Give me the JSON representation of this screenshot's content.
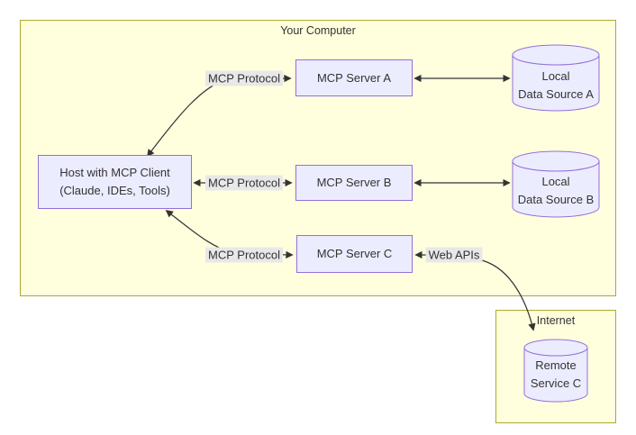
{
  "colors": {
    "cluster_fill": "#ffffde",
    "cluster_border": "#aaaa33",
    "node_fill": "#ececff",
    "node_border": "#9370db",
    "edge_label_bg": "#e8e8e8",
    "line_color": "#333333",
    "text_color": "#333333"
  },
  "clusters": {
    "your_computer": {
      "label": "Your Computer"
    },
    "internet": {
      "label": "Internet"
    }
  },
  "nodes": {
    "host": {
      "line1": "Host with MCP Client",
      "line2": "(Claude, IDEs, Tools)"
    },
    "server_a": {
      "label": "MCP Server A"
    },
    "server_b": {
      "label": "MCP Server B"
    },
    "server_c": {
      "label": "MCP Server C"
    },
    "data_source_a": {
      "line1": "Local",
      "line2": "Data Source A"
    },
    "data_source_b": {
      "line1": "Local",
      "line2": "Data Source B"
    },
    "remote_service_c": {
      "line1": "Remote",
      "line2": "Service C"
    }
  },
  "edge_labels": {
    "protocol_a": "MCP Protocol",
    "protocol_b": "MCP Protocol",
    "protocol_c": "MCP Protocol",
    "web_apis": "Web APIs"
  }
}
